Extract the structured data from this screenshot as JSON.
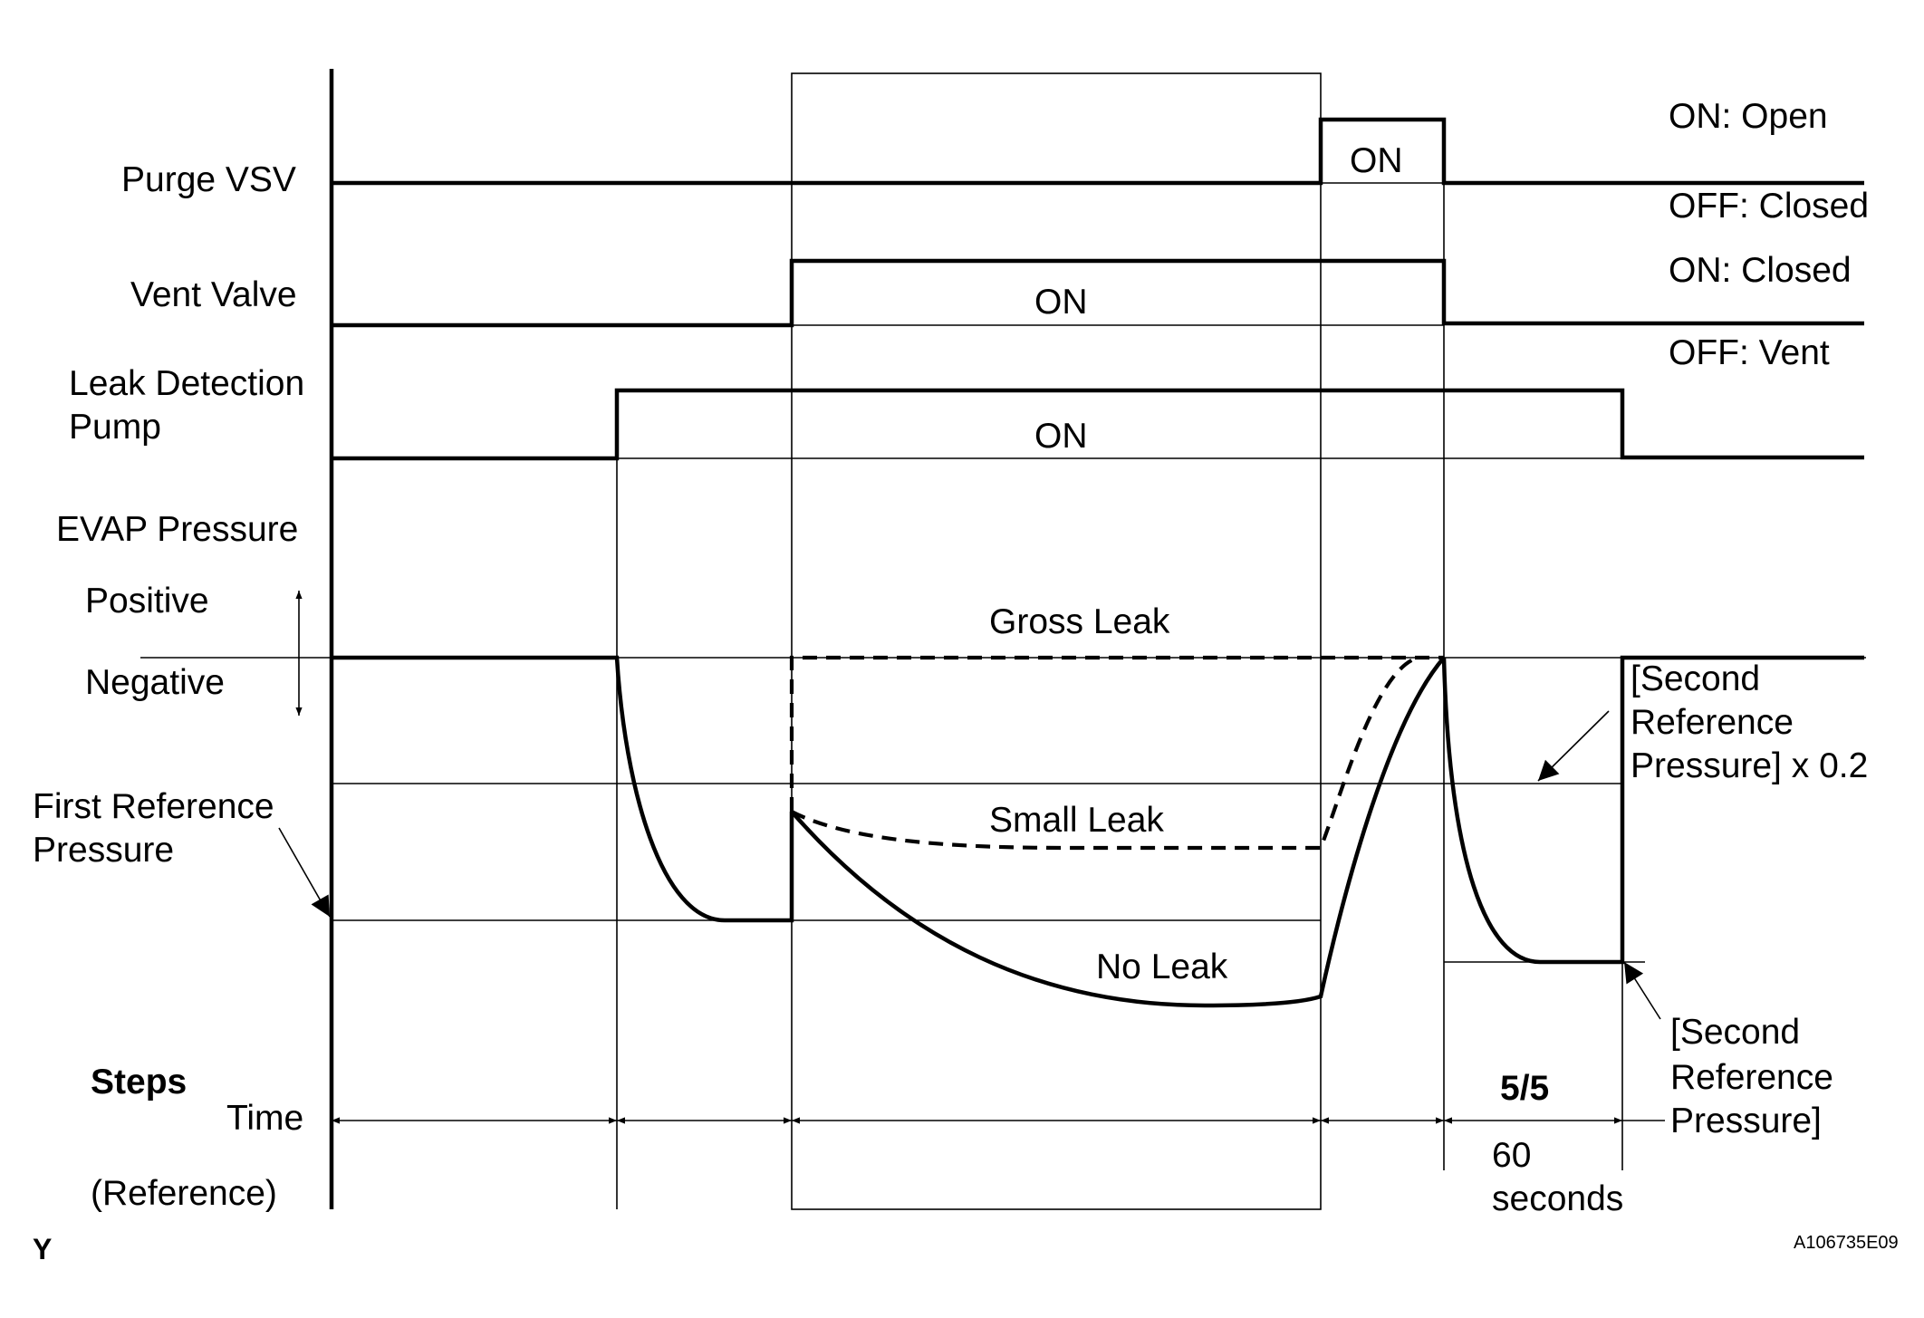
{
  "signals": {
    "purge_vsv": "Purge VSV",
    "vent_valve": "Vent Valve",
    "pump_line1": "Leak Detection",
    "pump_line2": "Pump",
    "evap_pressure": "EVAP Pressure",
    "positive": "Positive",
    "negative": "Negative"
  },
  "states": {
    "purge_on": "ON",
    "vent_on": "ON",
    "pump_on": "ON"
  },
  "legend": {
    "purge_on_meaning": "ON: Open",
    "purge_off_meaning": "OFF: Closed",
    "vent_on_meaning": "ON: Closed",
    "vent_off_meaning": "OFF: Vent"
  },
  "curves": {
    "gross_leak": "Gross Leak",
    "small_leak": "Small Leak",
    "no_leak": "No Leak"
  },
  "references": {
    "first_line1": "First Reference",
    "first_line2": "Pressure",
    "second_x02_line1": "[Second",
    "second_x02_line2": "Reference",
    "second_x02_line3": "Pressure] x 0.2",
    "second_line1": "[Second",
    "second_line2": "Reference",
    "second_line3": "Pressure]"
  },
  "footer": {
    "steps": "Steps",
    "time": "Time",
    "reference": "(Reference)",
    "step_label": "5/5",
    "duration_value": "60",
    "duration_unit": "seconds",
    "corner_mark": "Y",
    "figure_code": "A106735E09"
  }
}
